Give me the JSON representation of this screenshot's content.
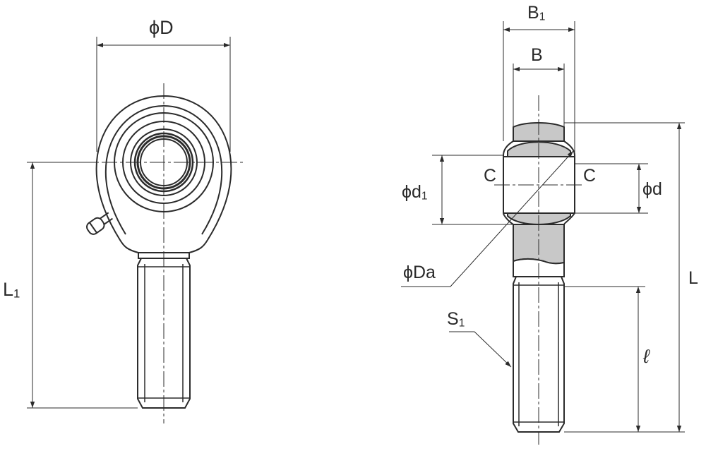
{
  "diagram": {
    "labels": {
      "phi_D": {
        "text": "ϕD"
      },
      "L1": {
        "text": "L",
        "sub": "1"
      },
      "B1": {
        "text": "B",
        "sub": "1"
      },
      "B": {
        "text": "B"
      },
      "C_left": {
        "text": "C"
      },
      "C_right": {
        "text": "C"
      },
      "phi_d1": {
        "text": "ϕd",
        "sub": "1"
      },
      "phi_d": {
        "text": "ϕd"
      },
      "L": {
        "text": "L"
      },
      "phi_Da": {
        "text": "ϕDa"
      },
      "S1": {
        "text": "S",
        "sub": "1"
      },
      "ell": {
        "text": "ℓ"
      }
    },
    "colors": {
      "line": "#2b2b2b",
      "shade": "#c8c8c8",
      "background": "#ffffff"
    }
  }
}
